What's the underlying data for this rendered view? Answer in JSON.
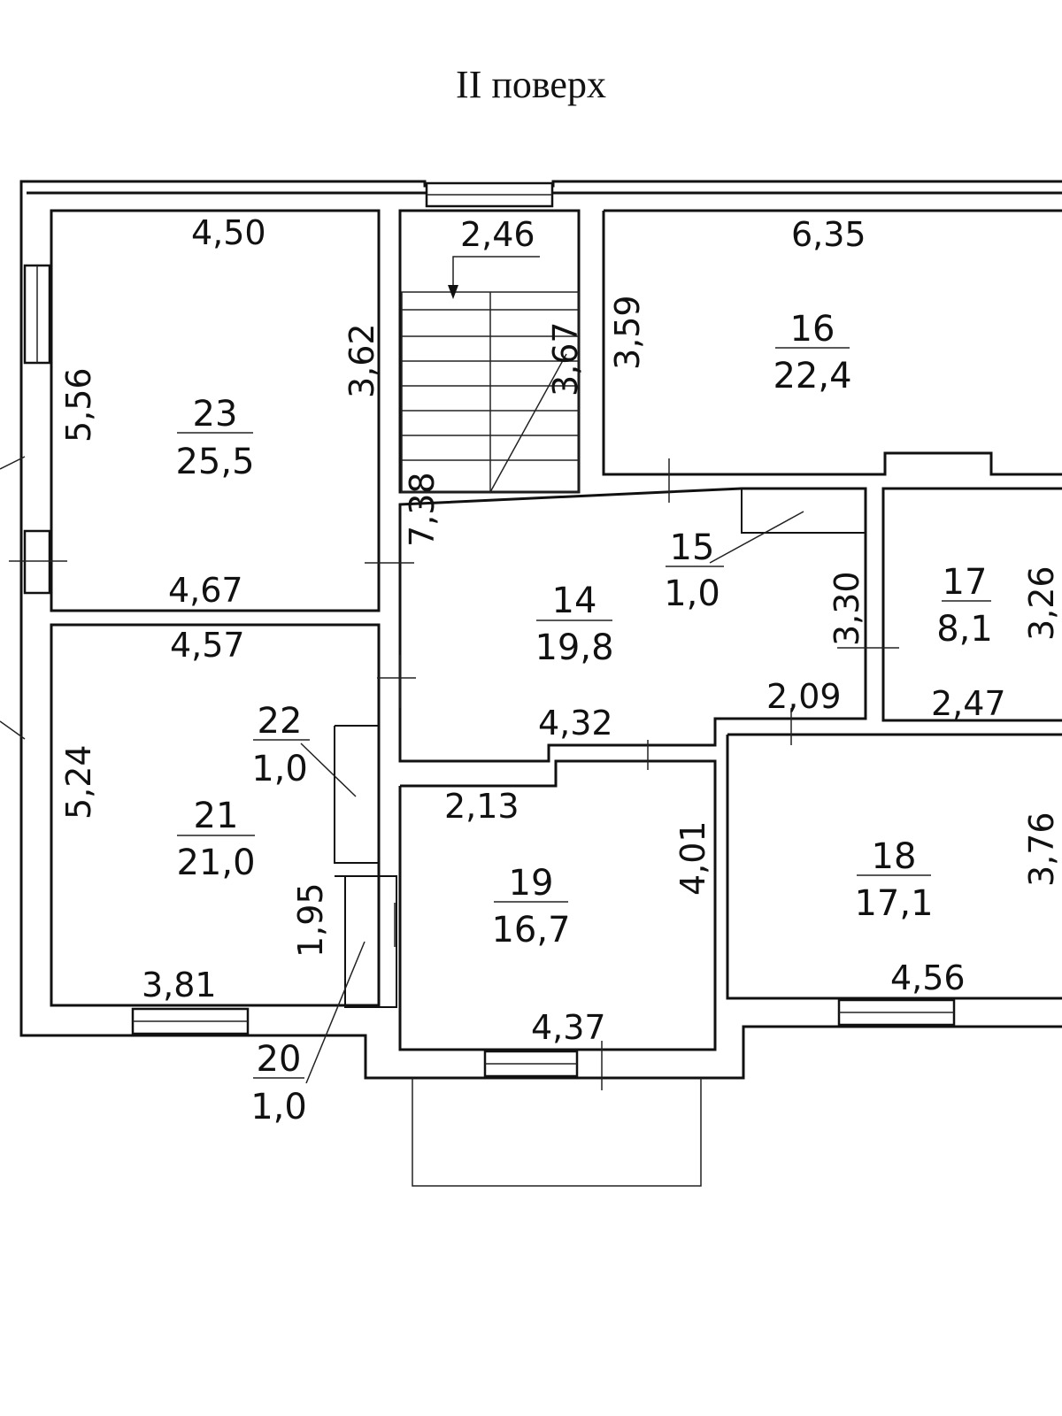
{
  "title": "II поверх",
  "rooms": [
    {
      "id": "23",
      "num": "23",
      "area": "25,5"
    },
    {
      "id": "16",
      "num": "16",
      "area": "22,4"
    },
    {
      "id": "14",
      "num": "14",
      "area": "19,8"
    },
    {
      "id": "15",
      "num": "15",
      "area": "1,0"
    },
    {
      "id": "17",
      "num": "17",
      "area": "8,1"
    },
    {
      "id": "22",
      "num": "22",
      "area": "1,0"
    },
    {
      "id": "21",
      "num": "21",
      "area": "21,0"
    },
    {
      "id": "19",
      "num": "19",
      "area": "16,7"
    },
    {
      "id": "18",
      "num": "18",
      "area": "17,1"
    },
    {
      "id": "20",
      "num": "20",
      "area": "1,0"
    }
  ],
  "dimensions": {
    "d450": "4,50",
    "d556": "5,56",
    "d362": "3,62",
    "d467": "4,67",
    "d246": "2,46",
    "d367": "3,67",
    "d738": "7,38",
    "d635": "6,35",
    "d359": "3,59",
    "d330": "3,30",
    "d326": "3,26",
    "d247": "2,47",
    "d209": "2,09",
    "d457": "4,57",
    "d524": "5,24",
    "d195": "1,95",
    "d381": "3,81",
    "d432": "4,32",
    "d213": "2,13",
    "d401": "4,01",
    "d437": "4,37",
    "d376": "3,76",
    "d456": "4,56"
  },
  "colors": {
    "line": "#111111",
    "paper": "#ffffff"
  }
}
